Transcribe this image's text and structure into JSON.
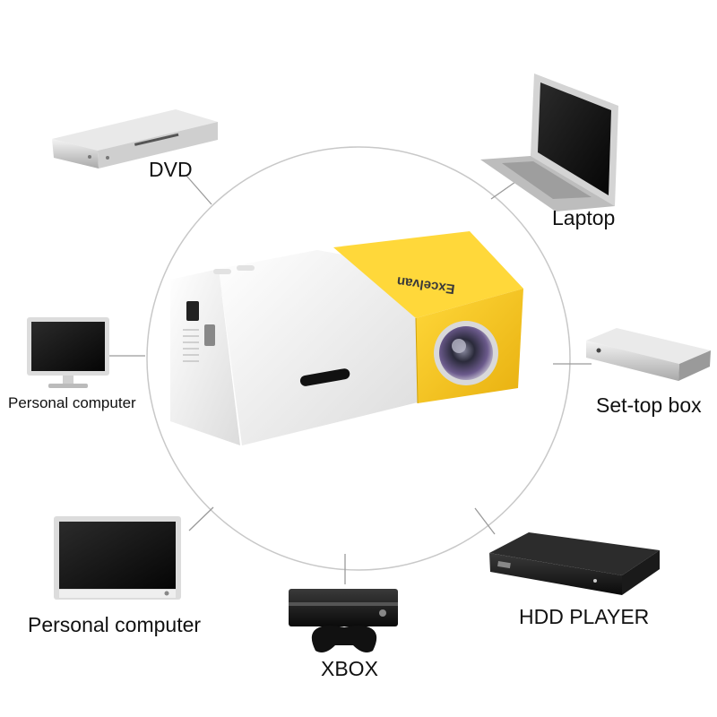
{
  "labels": {
    "dvd": "DVD",
    "laptop": "Laptop",
    "personal_computer_small": "Personal computer",
    "set_top_box": "Set-top box",
    "personal_computer_large": "Personal computer",
    "hdd_player": "HDD PLAYER",
    "xbox": "XBOX"
  },
  "projector": {
    "brand": "Excelvan"
  },
  "colors": {
    "projector_yellow": "#f5c21b",
    "projector_white": "#f1f1f1",
    "connector_line": "#9a9a9a",
    "circle": "#c8c8c8"
  }
}
